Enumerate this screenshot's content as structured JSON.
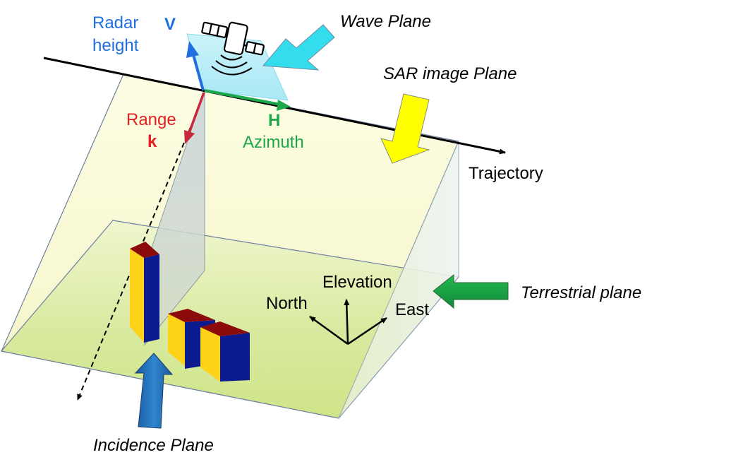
{
  "labels": {
    "radar_height": [
      "Radar",
      "height"
    ],
    "v": "V",
    "wave_plane": "Wave Plane",
    "sar_image_plane": "SAR image Plane",
    "range": "Range",
    "k": "k",
    "h": "H",
    "azimuth": "Azimuth",
    "trajectory": "Trajectory",
    "elevation": "Elevation",
    "north": "North",
    "east": "East",
    "terrestrial_plane": "Terrestrial plane",
    "incidence_plane": "Incidence Plane"
  },
  "colors": {
    "radar_height": "#1f6fe0",
    "v": "#1f6fe0",
    "range": "#e32020",
    "k": "#e32020",
    "h": "#1aa84a",
    "azimuth": "#1aa84a",
    "wave_plane_arrow": "#33ddee",
    "sar_plane_arrow": "#ffff00",
    "terrestrial_arrow": "#1aa84a",
    "incidence_arrow": "#1f6fb5",
    "building_top": "#8b0b0b",
    "building_yellow": "#ffd21a",
    "building_blue": "#0b1a8f"
  },
  "icons": [
    "satellite-icon"
  ]
}
